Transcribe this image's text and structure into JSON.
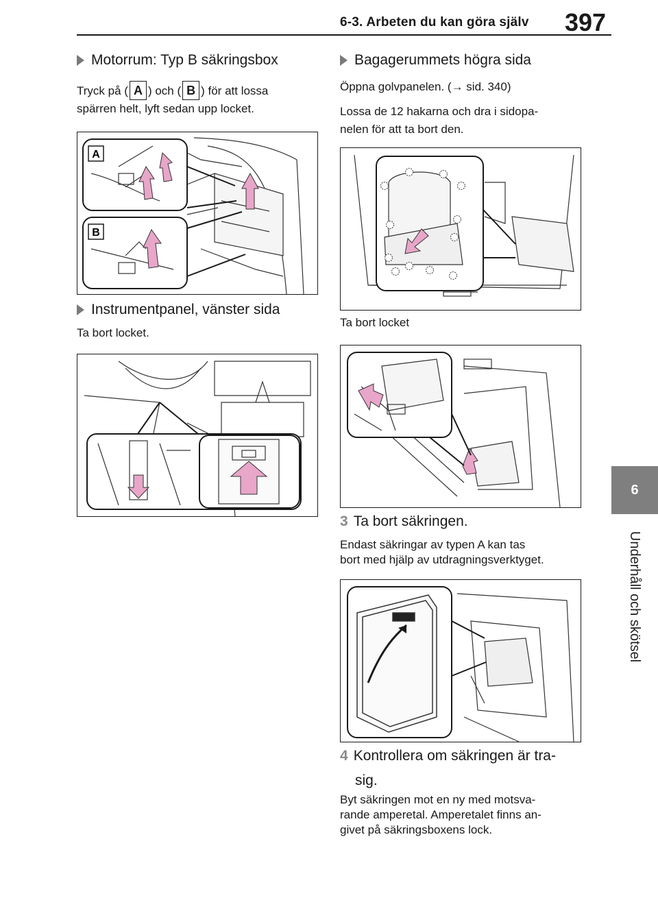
{
  "header": {
    "section": "6-3. Arbeten du kan göra själv",
    "page_number": "397"
  },
  "side_tab": {
    "chapter": "6",
    "label": "Underhåll och skötsel"
  },
  "left": {
    "engine_heading": "Motorrum: Typ B säkringsbox",
    "engine_text_a": "Tryck på (",
    "label_a": "A",
    "engine_text_b": ") och (",
    "label_b": "B",
    "engine_text_c": ") för att lossa",
    "engine_text_2": "spärren helt, lyft sedan upp locket.",
    "dash_heading": "Instrumentpanel, vänster sida",
    "dash_text": "Ta bort locket."
  },
  "right": {
    "trunk_heading": "Bagagerummets högra sida",
    "trunk_text_1": "Öppna golvpanelen. (→ sid. 340)",
    "trunk_text_2a": "Lossa de 12 hakarna och dra i sidopa-",
    "trunk_text_2b": "nelen för att ta bort den.",
    "cover_text": "Ta bort locket",
    "step3_num": "3",
    "step3_text": "Ta bort säkringen.",
    "step3_desc_1": "Endast säkringar av typen A kan tas",
    "step3_desc_2": "bort med hjälp av utdragningsverktyget.",
    "step4_num": "4",
    "step4_text_1": "Kontrollera om säkringen är tra-",
    "step4_text_2": "sig.",
    "step4_desc_1": "Byt säkringen mot en ny med motsva-",
    "step4_desc_2": "rande amperetal. Amperetalet finns an-",
    "step4_desc_3": "givet på säkringsboxens lock."
  },
  "colors": {
    "arrow_pink": "#e8a6c9",
    "tab_gray": "#7f7f7f",
    "marker_gray": "#7a7a7a"
  }
}
